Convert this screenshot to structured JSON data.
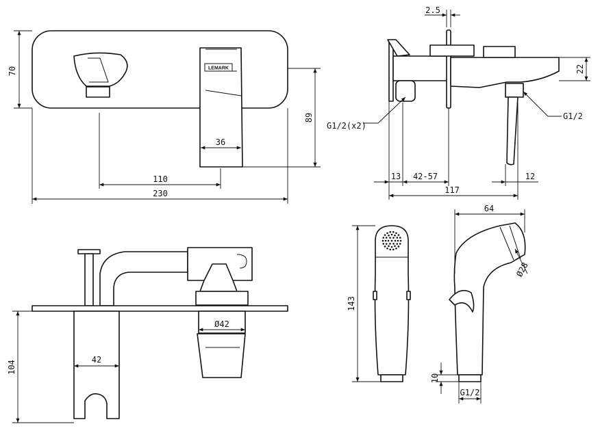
{
  "brand": "LEMARK",
  "dimensions": {
    "plate_height": "70",
    "spout_drop": "89",
    "spout_width": "36",
    "spout_offset": "110",
    "plate_width": "230",
    "plate_gap": "2.5",
    "spout_thickness": "22",
    "thread_inlets": "G1/2(x2)",
    "thread_outlet": "G1/2",
    "plate_thickness": "13",
    "wall_depth": "42-57",
    "total_depth": "117",
    "outlet_thread_len": "12",
    "handle_dia": "Ø42",
    "body_width": "42",
    "body_depth": "104",
    "shower_length": "143",
    "shower_depth": "64",
    "shower_head_dia": "Ø28",
    "shower_thread_len": "10",
    "shower_thread": "G1/2"
  }
}
